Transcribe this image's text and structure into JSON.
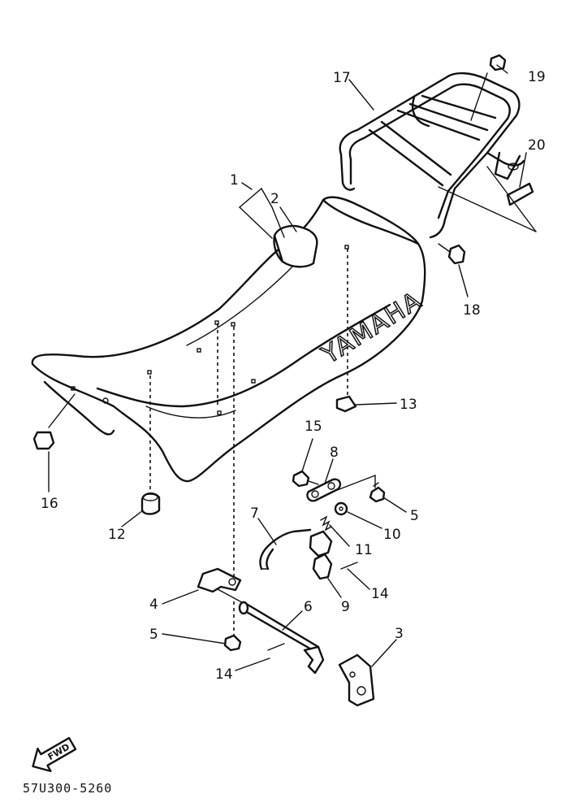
{
  "brand_text": "YAMAHA",
  "part_code": "57U300-5260",
  "fwd_label": "FWD",
  "callouts": [
    "1",
    "2",
    "3",
    "4",
    "5",
    "5",
    "6",
    "7",
    "8",
    "9",
    "10",
    "11",
    "12",
    "13",
    "14",
    "14",
    "15",
    "16",
    "17",
    "18",
    "19",
    "20"
  ],
  "colors": {
    "ink": "#111111",
    "background": "#ffffff"
  }
}
